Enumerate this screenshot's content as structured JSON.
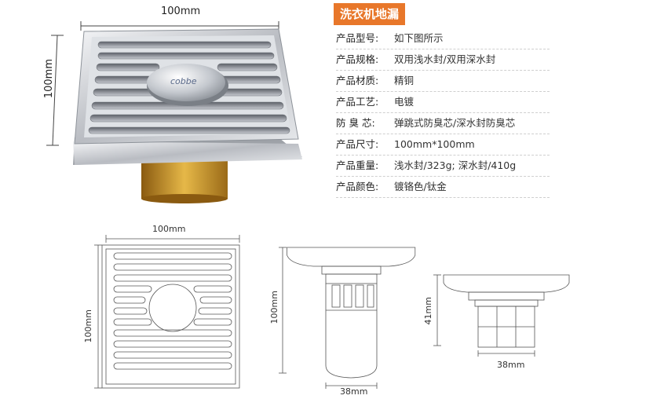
{
  "product_photo": {
    "width_label": "100mm",
    "height_label": "100mm",
    "brand_mark": "cobbe"
  },
  "spec": {
    "title": "洗衣机地漏",
    "rows": [
      {
        "label": "产品型号:",
        "value": "如下图所示"
      },
      {
        "label": "产品规格:",
        "value": "双用浅水封/双用深水封"
      },
      {
        "label": "产品材质:",
        "value": "精铜"
      },
      {
        "label": "产品工艺:",
        "value": "电镀"
      },
      {
        "label": "防 臭 芯:",
        "value": "弹跳式防臭芯/深水封防臭芯"
      },
      {
        "label": "产品尺寸:",
        "value": "100mm*100mm"
      },
      {
        "label": "产品重量:",
        "value": "浅水封/323g; 深水封/410g"
      },
      {
        "label": "产品颜色:",
        "value": "镀铬色/钛金"
      }
    ]
  },
  "drawings": {
    "top_view": {
      "width_label": "100mm",
      "height_label": "100mm"
    },
    "deep_seal_side": {
      "height_label": "100mm",
      "width_label": "38mm"
    },
    "shallow_seal_side": {
      "height_label": "41mm",
      "width_label": "38mm"
    }
  },
  "colors": {
    "accent": "#e8772a",
    "chrome": "#c9ccd1",
    "brass": "#c9961e"
  }
}
